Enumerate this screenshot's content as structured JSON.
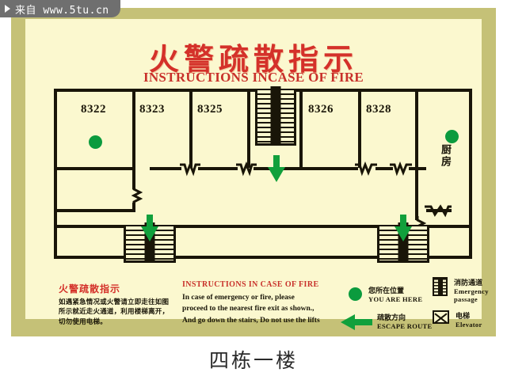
{
  "watermark": {
    "icon": "play-triangle-icon",
    "text": "来自 www.5tu.cn"
  },
  "poster": {
    "title_cn": "火警疏散指示",
    "title_en": "INSTRUCTIONS INCASE OF FIRE",
    "caption": "四栋一楼",
    "colors": {
      "frame": "#c5c177",
      "paper": "#fbf8cf",
      "ink": "#191508",
      "red": "#d4312a",
      "green": "#11a03c"
    }
  },
  "plan": {
    "rooms": [
      {
        "label": "8322"
      },
      {
        "label": "8323"
      },
      {
        "label": "8325"
      },
      {
        "label": "8326"
      },
      {
        "label": "8328"
      },
      {
        "label": "厨房"
      }
    ],
    "markers": {
      "you_are_here_count": 2,
      "escape_arrow_count": 3
    }
  },
  "legend": {
    "notice": {
      "title_cn": "火警疏散指示",
      "body_cn_line1": "如遇紧急情况或火警请立即走往如图",
      "body_cn_line2": "所示就近走火通道，利用楼梯离开，",
      "body_cn_line3": "切勿使用电梯。"
    },
    "instructions": {
      "title_en": "INSTRUCTIONS IN CASE OF FIRE",
      "body_en_line1": "In case of emergency or fire,  please",
      "body_en_line2": "proceed to the nearest fire exit as shown.,",
      "body_en_line3": "And go down the stairs, Do not use the lifts"
    },
    "keys": [
      {
        "icon": "green-dot-icon",
        "cn": "您所在位置",
        "en": "YOU ARE HERE"
      },
      {
        "icon": "green-left-arrow-icon",
        "cn": "疏散方向",
        "en": "ESCAPE ROUTE"
      },
      {
        "icon": "stairs-icon",
        "cn": "消防通道",
        "en": "Emergency",
        "en2": "passage"
      },
      {
        "icon": "elevator-icon",
        "cn": "电梯",
        "en": "Elevator"
      }
    ]
  }
}
